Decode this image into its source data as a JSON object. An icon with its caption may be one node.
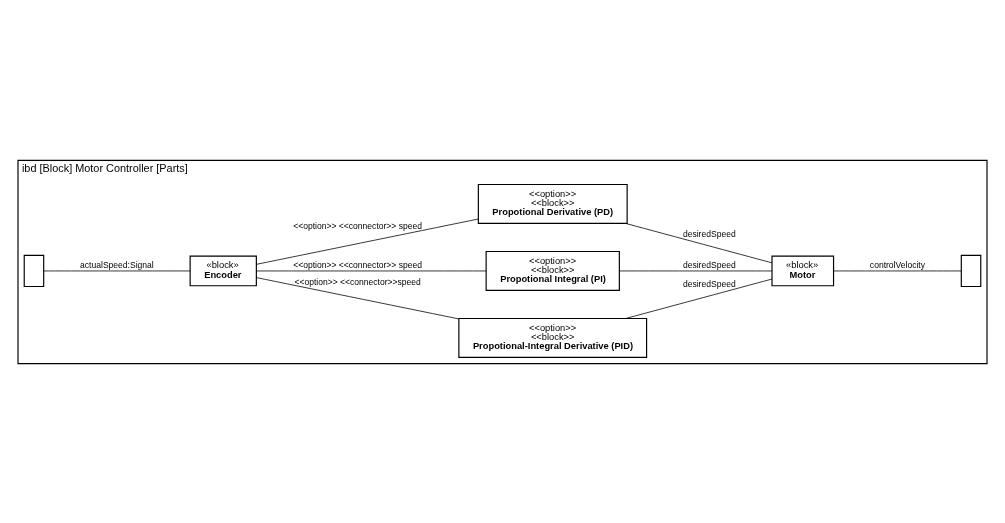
{
  "diagram": {
    "nodes": [
      {
        "text": [
          "ibd [Block] Motor Controller [Parts]"
        ]
      },
      {
        "text": [],
        "shape": "box",
        "in": 0
      },
      {
        "text": [
          "«block»",
          "Encoder"
        ],
        "in": 0
      },
      {
        "text": [
          "<<option>>",
          "<<block>>",
          "Propotional-Integral Derivative (PID)"
        ],
        "in": 0
      },
      {
        "text": [
          "<<option>>",
          "<<block>>",
          "Propotional Integral (PI)"
        ],
        "in": 0
      },
      {
        "text": [
          "<<option>>",
          "<<block>>",
          "Propotional Derivative (PD)"
        ],
        "in": 0
      },
      {
        "text": [
          "«block»",
          "Motor"
        ],
        "in": 0
      },
      {
        "text": [],
        "shape": "box",
        "in": 0
      }
    ],
    "edges": [
      {
        "from": 1,
        "to": 2,
        "arrow": "none",
        "label": "actualSpeed:Signal"
      },
      {
        "from": 2,
        "to": 3,
        "arrow": "none",
        "label": "<<option>> <<connector>>speed"
      },
      {
        "from": 2,
        "to": 4,
        "arrow": "none",
        "label": "<<option>> <<connector>> speed"
      },
      {
        "from": 2,
        "to": 5,
        "arrow": "none",
        "label": "<<option>> <<connector>> speed"
      },
      {
        "from": 3,
        "to": 6,
        "arrow": "none",
        "label": "desiredSpeed"
      },
      {
        "from": 4,
        "to": 6,
        "arrow": "none",
        "label": "desiredSpeed"
      },
      {
        "from": 5,
        "to": 6,
        "arrow": "none",
        "label": "desiredSpeed"
      },
      {
        "from": 6,
        "to": 7,
        "arrow": "none",
        "label": "controlVelocity"
      }
    ]
  }
}
